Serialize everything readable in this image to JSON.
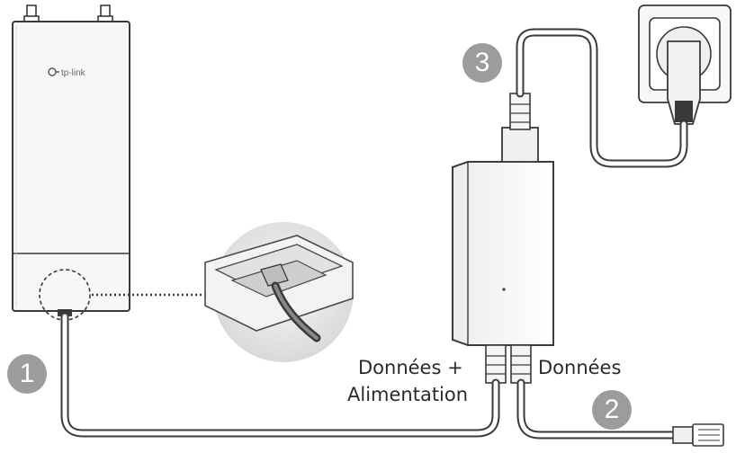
{
  "device": {
    "brand_logo_text": "tp-link"
  },
  "labels": {
    "data_power_line1": "Données +",
    "data_power_line2": "Alimentation",
    "data_only": "Données"
  },
  "steps": [
    {
      "number": "1"
    },
    {
      "number": "2"
    },
    {
      "number": "3"
    }
  ],
  "colors": {
    "step_badge": "#9c9c9c",
    "line": "#3a3a3a",
    "device_fill": "#f7f7f7"
  }
}
